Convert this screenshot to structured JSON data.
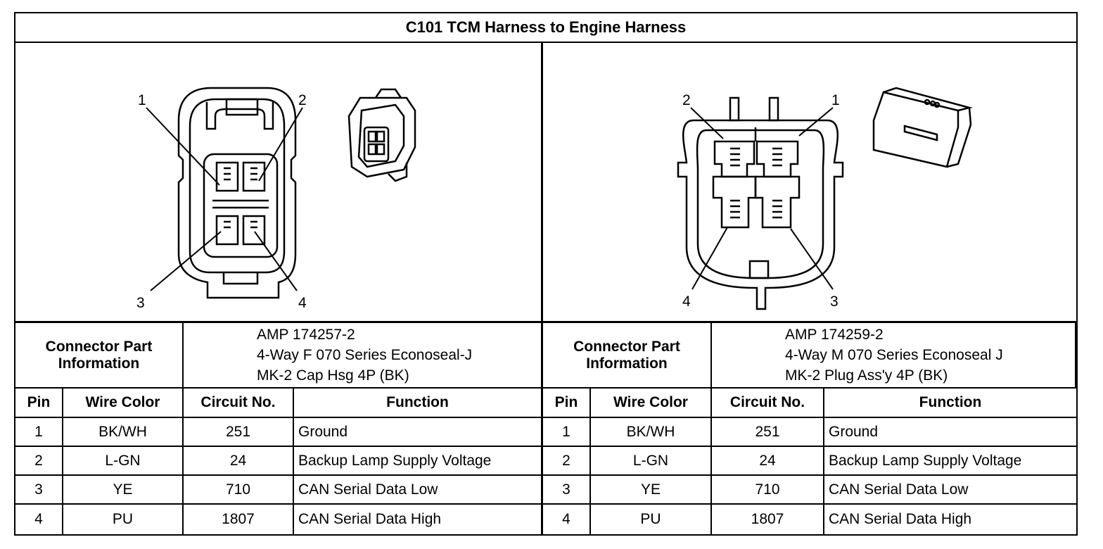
{
  "title": "C101 TCM Harness to Engine Harness",
  "connectors": [
    {
      "part_label": "Connector Part Information",
      "part_lines": [
        "AMP 174257-2",
        "4-Way F 070 Series Econoseal-J",
        "MK-2 Cap Hsg 4P (BK)"
      ],
      "pin_labels": [
        "1",
        "2",
        "3",
        "4"
      ],
      "headers": [
        "Pin",
        "Wire Color",
        "Circuit No.",
        "Function"
      ],
      "rows": [
        [
          "1",
          "BK/WH",
          "251",
          "Ground"
        ],
        [
          "2",
          "L-GN",
          "24",
          "Backup Lamp Supply Voltage"
        ],
        [
          "3",
          "YE",
          "710",
          "CAN Serial Data Low"
        ],
        [
          "4",
          "PU",
          "1807",
          "CAN Serial Data High"
        ]
      ]
    },
    {
      "part_label": "Connector Part Information",
      "part_lines": [
        "AMP 174259-2",
        "4-Way M 070 Series Econoseal J",
        "MK-2 Plug Ass'y 4P (BK)"
      ],
      "pin_labels": [
        "2",
        "1",
        "4",
        "3"
      ],
      "headers": [
        "Pin",
        "Wire Color",
        "Circuit No.",
        "Function"
      ],
      "rows": [
        [
          "1",
          "BK/WH",
          "251",
          "Ground"
        ],
        [
          "2",
          "L-GN",
          "24",
          "Backup Lamp Supply Voltage"
        ],
        [
          "3",
          "YE",
          "710",
          "CAN Serial Data Low"
        ],
        [
          "4",
          "PU",
          "1807",
          "CAN Serial Data High"
        ]
      ]
    }
  ]
}
